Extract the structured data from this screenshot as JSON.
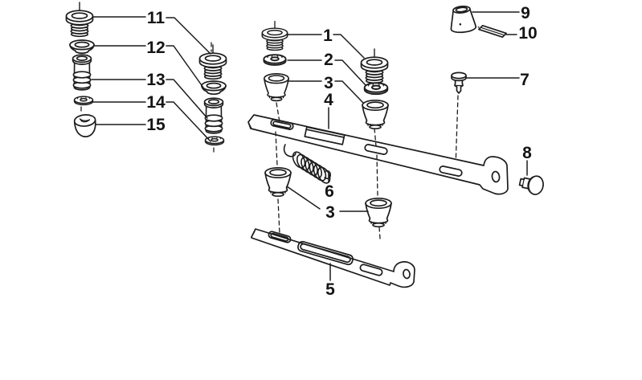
{
  "diagram": {
    "colors": {
      "line": "#1c1c1c",
      "background": "#ffffff"
    },
    "callouts": {
      "c1": "1",
      "c2": "2",
      "c3_upper": "3",
      "c3_lower": "3",
      "c4": "4",
      "c5": "5",
      "c6": "6",
      "c7": "7",
      "c8": "8",
      "c9": "9",
      "c10": "10",
      "c11": "11",
      "c12": "12",
      "c13": "13",
      "c14": "14",
      "c15": "15"
    }
  }
}
